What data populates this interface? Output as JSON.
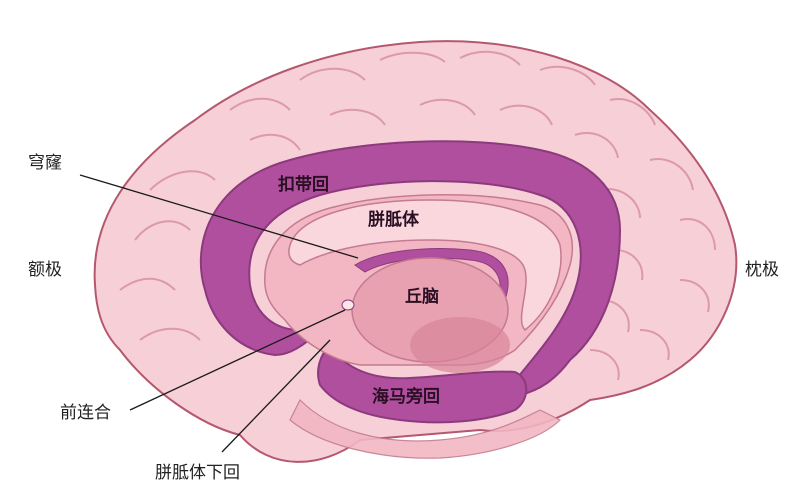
{
  "labels": {
    "gongqiong": "穹窿",
    "e_ji": "额极",
    "kou_dai_hui": "扣带回",
    "pian_zhi_ti": "胼胝体",
    "qiu_nao": "丘脑",
    "zhen_ji": "枕极",
    "qian_lian_he": "前连合",
    "hai_ma_pang_hui": "海马旁回",
    "pian_zhi_ti_xia_hui": "胼胝体下回"
  },
  "colors": {
    "cortex": "#f7cfd7",
    "cortex_outline": "#b4576f",
    "limbic": "#b04f9d",
    "limbic_dark": "#8c3a7d",
    "inner": "#f2b7c2",
    "thalamus": "#e8a1b1",
    "callosum": "#f9d7dd",
    "leader": "#1a1a1a"
  }
}
